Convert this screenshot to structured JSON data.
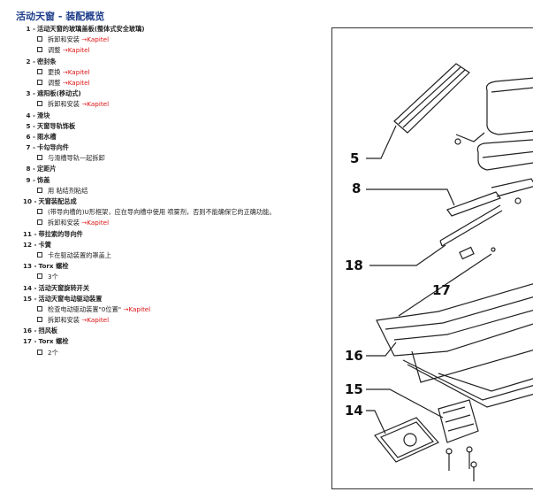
{
  "title": "活动天窗 - 装配概览",
  "items": [
    {
      "num": "1 -",
      "label": "活动天窗的玻璃盖板(整体式安全玻璃)",
      "subs": [
        {
          "text": "拆卸和安装",
          "link": "Kapitel"
        },
        {
          "text": "调整",
          "link": "Kapitel"
        }
      ]
    },
    {
      "num": "2 -",
      "label": "密封条",
      "subs": [
        {
          "text": "更换",
          "link": "Kapitel"
        },
        {
          "text": "调整",
          "link": "Kapitel"
        }
      ]
    },
    {
      "num": "3 -",
      "label": "遮阳板(移动式)",
      "subs": [
        {
          "text": "拆卸和安装",
          "link": "Kapitel"
        }
      ]
    },
    {
      "num": "4 -",
      "label": "滑块",
      "subs": []
    },
    {
      "num": "5 -",
      "label": "天窗导轨饰板",
      "subs": []
    },
    {
      "num": "6 -",
      "label": "雨水槽",
      "subs": []
    },
    {
      "num": "7 -",
      "label": "卡勾导向件",
      "subs": [
        {
          "text": "与滑槽导轨一起拆卸",
          "link": ""
        }
      ]
    },
    {
      "num": "8 -",
      "label": "定距片",
      "subs": []
    },
    {
      "num": "9 -",
      "label": "饰盖",
      "subs": [
        {
          "text": "用 粘结剂粘结",
          "link": ""
        }
      ]
    },
    {
      "num": "10 -",
      "label": "天窗装配总成",
      "subs": [
        {
          "text": "(带导向槽的)U形框架，应在导向槽中使用 喷雾剂，否则不能确保它的正确功能。",
          "link": ""
        },
        {
          "text": "拆卸和安装",
          "link": "Kapitel"
        }
      ]
    },
    {
      "num": "11 -",
      "label": "带拉索的导向件",
      "subs": []
    },
    {
      "num": "12 -",
      "label": "卡簧",
      "subs": [
        {
          "text": "卡在驱动装置的罩盖上",
          "link": ""
        }
      ]
    },
    {
      "num": "13 -",
      "label": "Torx 螺栓",
      "subs": [
        {
          "text": "3个",
          "link": ""
        }
      ]
    },
    {
      "num": "14 -",
      "label": "活动天窗旋转开关",
      "subs": []
    },
    {
      "num": "15 -",
      "label": "活动天窗电动驱动装置",
      "subs": [
        {
          "text": "检查电动驱动装置\"0位置\"",
          "link": "Kapitel"
        },
        {
          "text": "拆卸和安装",
          "link": "Kapitel"
        }
      ]
    },
    {
      "num": "16 -",
      "label": "挡风板",
      "subs": []
    },
    {
      "num": "17 -",
      "label": "Torx 螺栓",
      "subs": [
        {
          "text": "2个",
          "link": ""
        }
      ]
    }
  ],
  "callouts": [
    "5",
    "8",
    "18",
    "17",
    "16",
    "15",
    "14"
  ]
}
